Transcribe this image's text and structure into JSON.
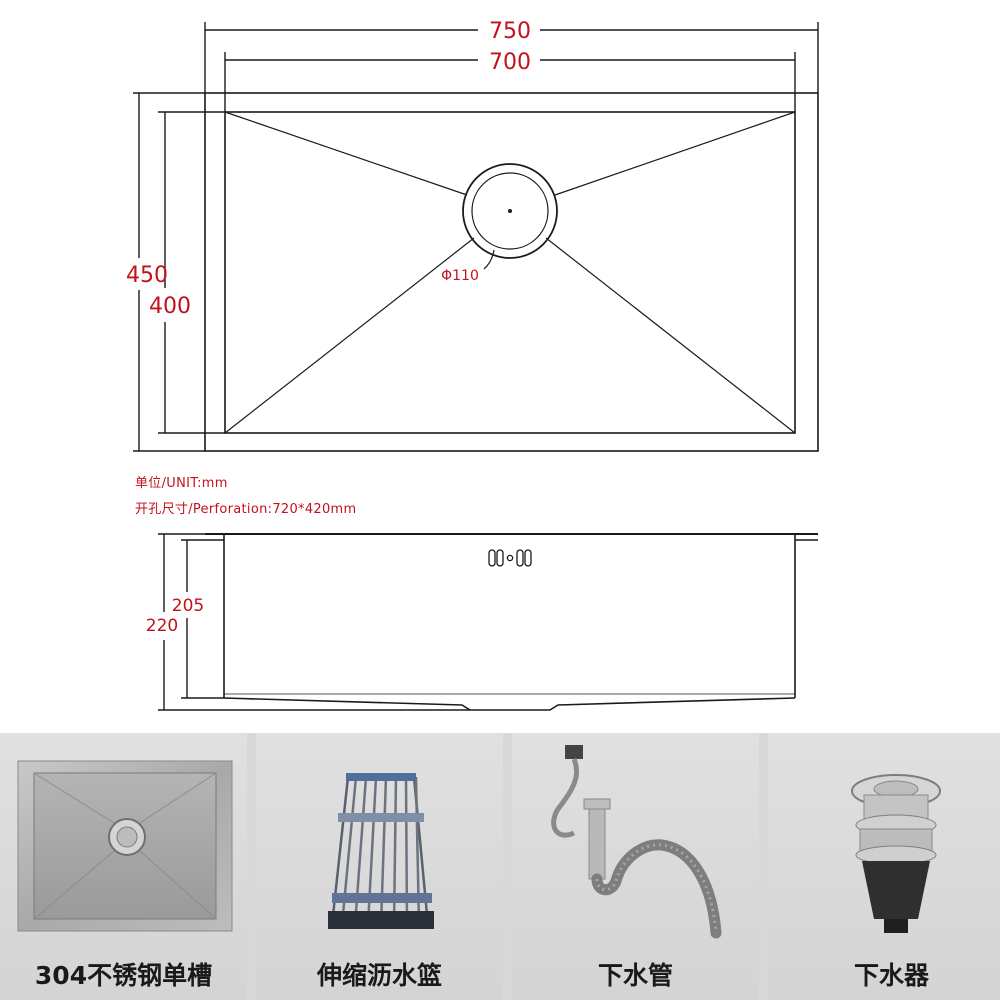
{
  "dimensions": {
    "outer_width": "750",
    "inner_width": "700",
    "outer_depth": "450",
    "inner_depth": "400",
    "drain_diameter": "Φ110",
    "height_inner": "205",
    "height_outer": "220"
  },
  "notes": {
    "unit": "单位/UNIT:mm",
    "perforation": "开孔尺寸/Perforation:720*420mm"
  },
  "colors": {
    "dimension_text": "#c2121c",
    "line": "#1a1a1a",
    "panel_background": "#dcdcdc"
  },
  "accessories": [
    {
      "label": "304不锈钢单槽",
      "icon": "sink-photo"
    },
    {
      "label": "伸缩沥水篮",
      "icon": "drain-rack-photo"
    },
    {
      "label": "下水管",
      "icon": "drain-pipe-photo"
    },
    {
      "label": "下水器",
      "icon": "strainer-photo"
    }
  ]
}
